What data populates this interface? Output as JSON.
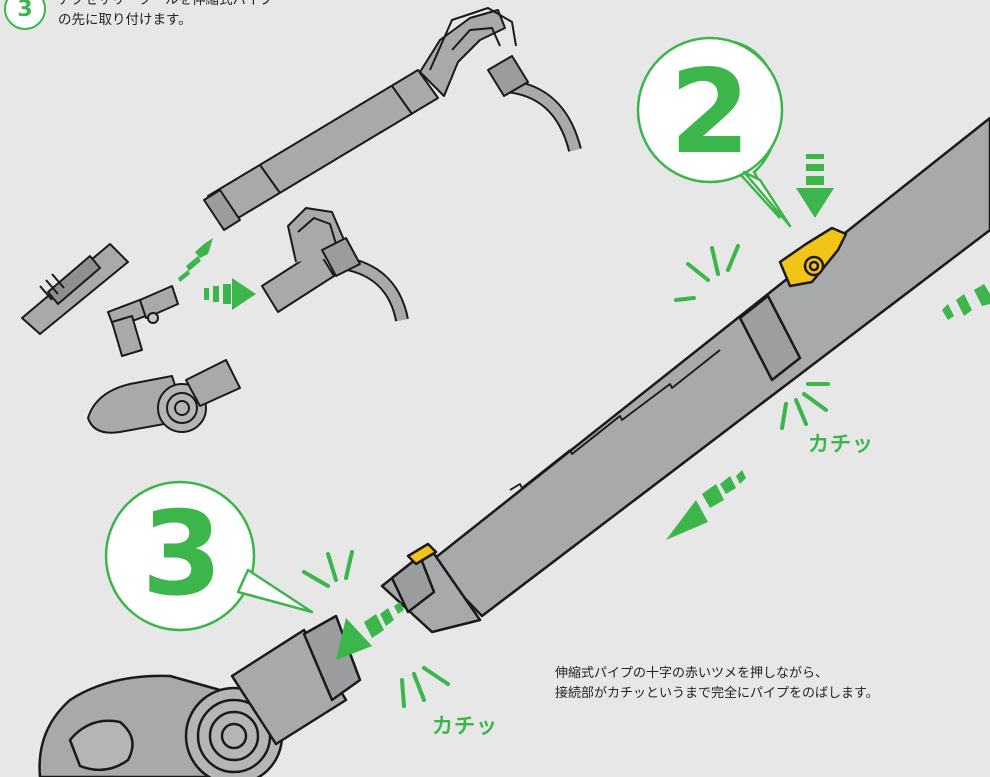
{
  "top_step": {
    "number": "3",
    "line1": "アクセサリーツールを伸縮式パイプ",
    "line2": "の先に取り付けます。"
  },
  "callout_steps": [
    "2",
    "3"
  ],
  "click_labels": [
    "カチッ",
    "カチッ"
  ],
  "instruction": {
    "line1": "伸縮式パイプの十字の赤いツメを押しながら、",
    "line2": "接続部がカチッというまで完全にパイプをのばします。"
  },
  "colors": {
    "accent_green": "#3cb54a",
    "pipe_gray": "#a8a9ab",
    "outline": "#1a1a1a",
    "catch_yellow": "#f2c418",
    "background": "#e7e7e8"
  }
}
